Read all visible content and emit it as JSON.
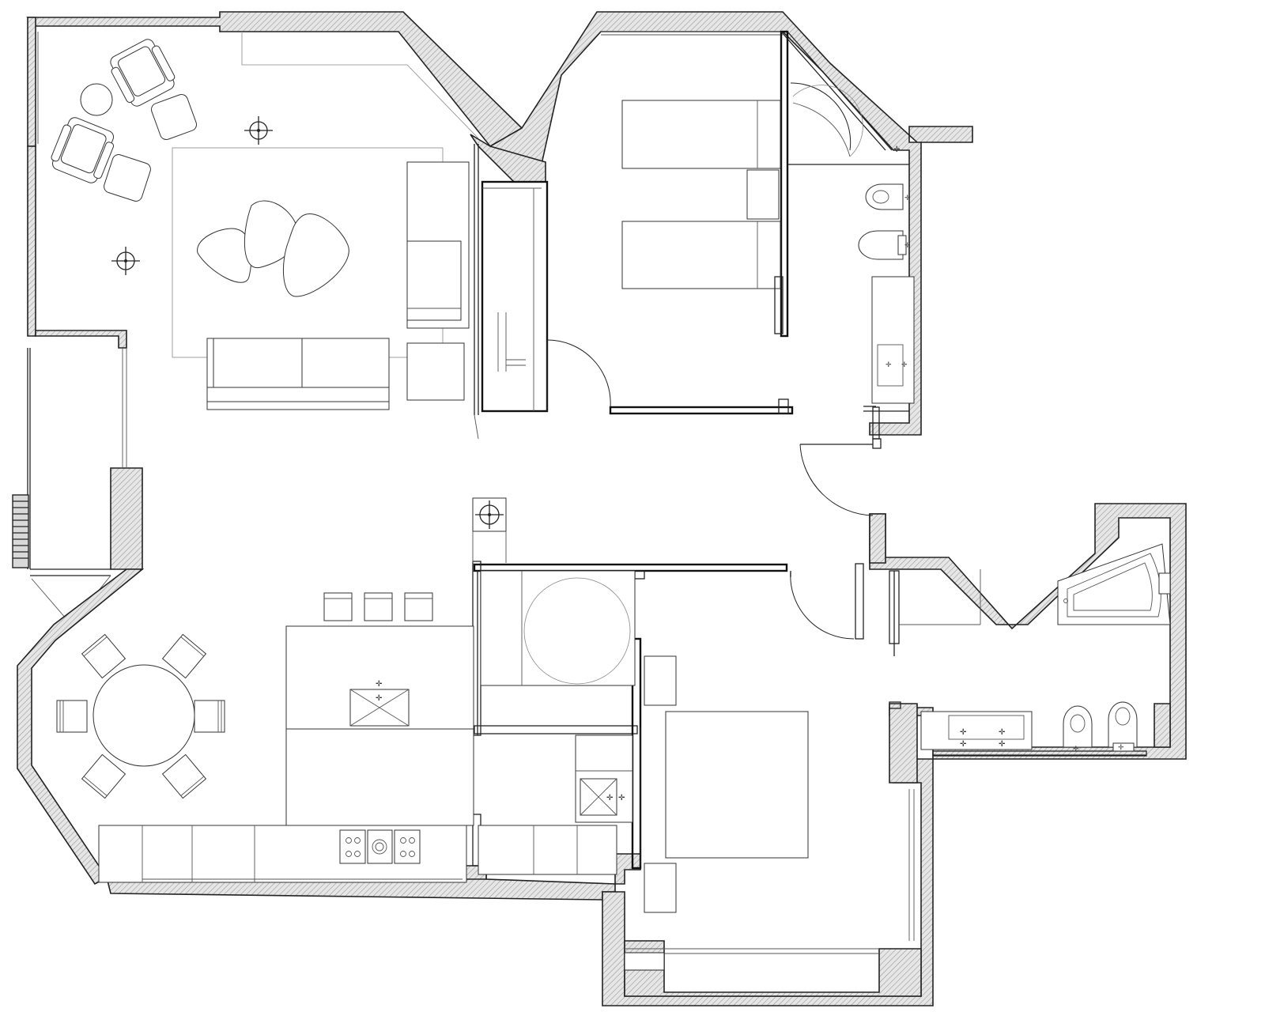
{
  "plan": {
    "colors": {
      "wall_stroke": "#222222",
      "wall_hatch": "#9a9a9a",
      "furniture": "#333333",
      "background": "#ffffff"
    },
    "rooms": [
      {
        "id": "living-room",
        "furniture": [
          "armchair",
          "armchair",
          "ottoman",
          "ottoman",
          "side-table",
          "rug",
          "coffee-table",
          "sofa",
          "sideboard",
          "side-cabinet"
        ]
      },
      {
        "id": "bedroom-twin",
        "furniture": [
          "single-bed",
          "single-bed",
          "nightstand",
          "wardrobe"
        ]
      },
      {
        "id": "ensuite-bathroom-1",
        "furniture": [
          "toilet",
          "bidet",
          "vanity-sink",
          "shower"
        ]
      },
      {
        "id": "kitchen-dining",
        "furniture": [
          "round-dining-table",
          "dining-chair",
          "kitchen-island",
          "bar-stool",
          "countertop",
          "cooktop",
          "sink"
        ]
      },
      {
        "id": "master-bedroom",
        "furniture": [
          "double-bed",
          "nightstand",
          "nightstand",
          "walk-in-closet",
          "shower"
        ]
      },
      {
        "id": "main-bathroom",
        "furniture": [
          "corner-bathtub",
          "double-sink",
          "toilet",
          "bidet"
        ]
      }
    ],
    "ceiling_lights": [
      "light-fixture",
      "light-fixture",
      "light-fixture"
    ]
  }
}
